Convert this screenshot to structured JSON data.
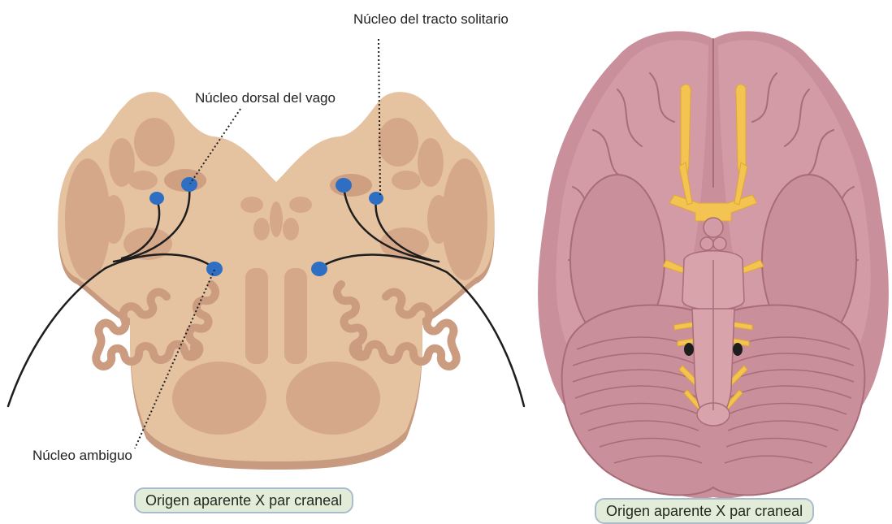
{
  "labels": {
    "solitario": "Núcleo del tracto solitario",
    "dorsal_vago": "Núcleo dorsal del vago",
    "ambiguo": "Núcleo ambiguo"
  },
  "captions": {
    "left": "Origen aparente X par craneal",
    "right": "Origen aparente X par craneal"
  },
  "colors": {
    "medulla_fill": "#e6c3a0",
    "medulla_shadow": "#c89a80",
    "medulla_inner": "#cfa183",
    "nucleus": "#2e6fc4",
    "nerve": "#1e1e1e",
    "brain": "#c98f9a",
    "brain_dark": "#a86d78",
    "brain_light": "#d9a3ac",
    "cranial_nerves": "#f3c451",
    "caption_bg": "#e2ecd9",
    "caption_border": "#a9bccd"
  }
}
